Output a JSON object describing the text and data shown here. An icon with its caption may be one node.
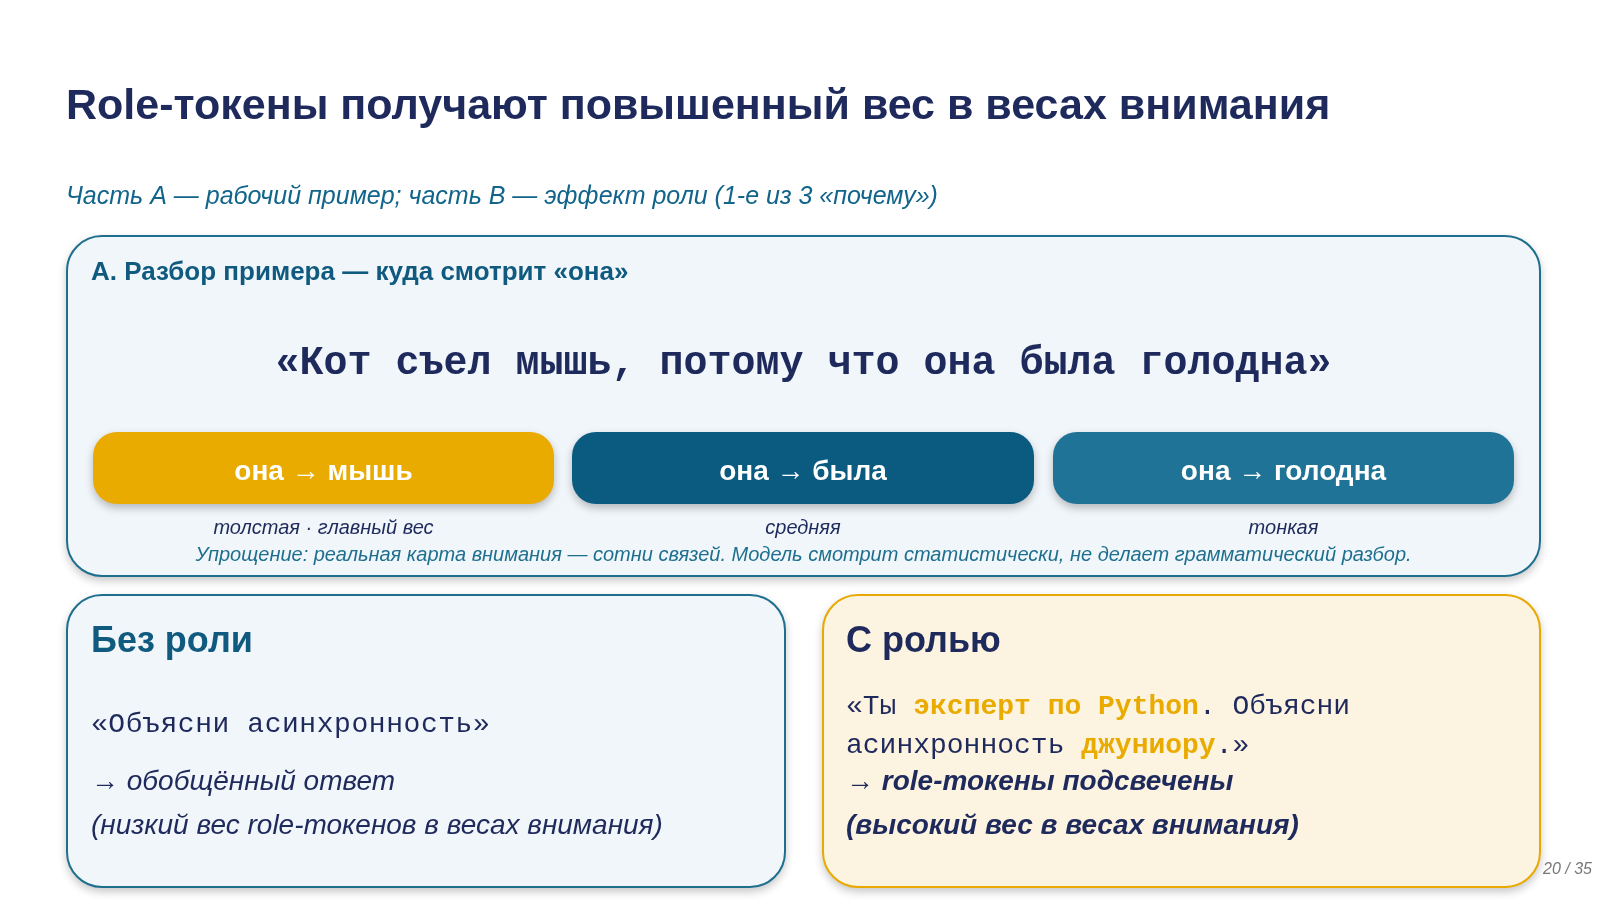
{
  "diagram": {
    "title": "Role-токены получают повышенный вес в весах внимания",
    "nodes": [
      {
        "text": [
          "А. Разбор примера — куда смотрит «она»",
          "«Кот съел мышь, потому что она была голодна»",
          "Упрощение: реальная карта внимания — сотни связей. Модель смотрит статистически, не делает грамматический разбор."
        ]
      },
      {
        "text": [
          "она → мышь"
        ],
        "in": 0,
        "beside": [
          "толстая · главный вес"
        ]
      },
      {
        "text": [
          "она → была"
        ],
        "in": 0,
        "beside": [
          "средняя"
        ]
      },
      {
        "text": [
          "она → голодна"
        ],
        "in": 0,
        "beside": [
          "тонкая"
        ]
      },
      {
        "text": [
          "Без роли",
          "«Объясни асинхронность»",
          "→ обобщённый ответ",
          "(низкий вес role-токенов в весах внимания)"
        ]
      },
      {
        "text": [
          "С ролью",
          "«Ты **эксперт по Python**. Объясни асинхронность **джуниору**.»",
          "→ role-токены подсвечены",
          "(высокий вес в весах внимания)"
        ]
      }
    ],
    "labels": [
      "Часть А — рабочий пример; часть В — эффект роли (1-е из 3 «почему»)",
      "20 / 35"
    ]
  }
}
